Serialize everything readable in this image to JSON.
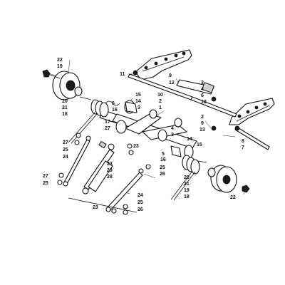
{
  "callouts": [
    "22",
    "19",
    "20",
    "21",
    "18",
    "11",
    "9",
    "12",
    "3",
    "4",
    "6",
    "12",
    "15",
    "14",
    "3",
    "5",
    "16",
    "10",
    "2",
    "1",
    "2",
    "9",
    "13",
    "17",
    "27",
    "8",
    "7",
    "27",
    "25",
    "24",
    "23",
    "23",
    "29",
    "28",
    "4",
    "3",
    "15",
    "14",
    "5",
    "16",
    "25",
    "26",
    "27",
    "25",
    "20",
    "21",
    "19",
    "18",
    "22",
    "24",
    "25",
    "26",
    "23"
  ],
  "colors": {
    "line": "#111111",
    "background": "#ffffff"
  }
}
